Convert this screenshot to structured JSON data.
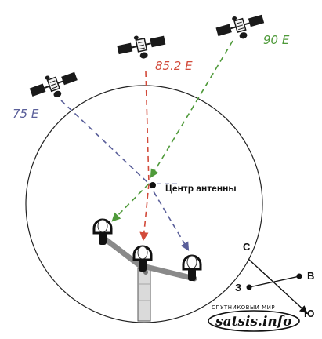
{
  "satellites": [
    {
      "label": "75 E",
      "color": "#5a5f9a"
    },
    {
      "label": "85.2 E",
      "color": "#d24a3a"
    },
    {
      "label": "90 E",
      "color": "#4f9a3a"
    }
  ],
  "antenna_center_label": "Центр антенны",
  "compass": {
    "north": "С",
    "east": "В",
    "west": "З",
    "south": "Ю"
  },
  "watermark": {
    "top": "СПУТНИКОВЫЙ МИР",
    "main": "satsis.info"
  },
  "colors": {
    "line": "#111111",
    "arm": "#8a8a8a",
    "mast": "#dadada"
  }
}
